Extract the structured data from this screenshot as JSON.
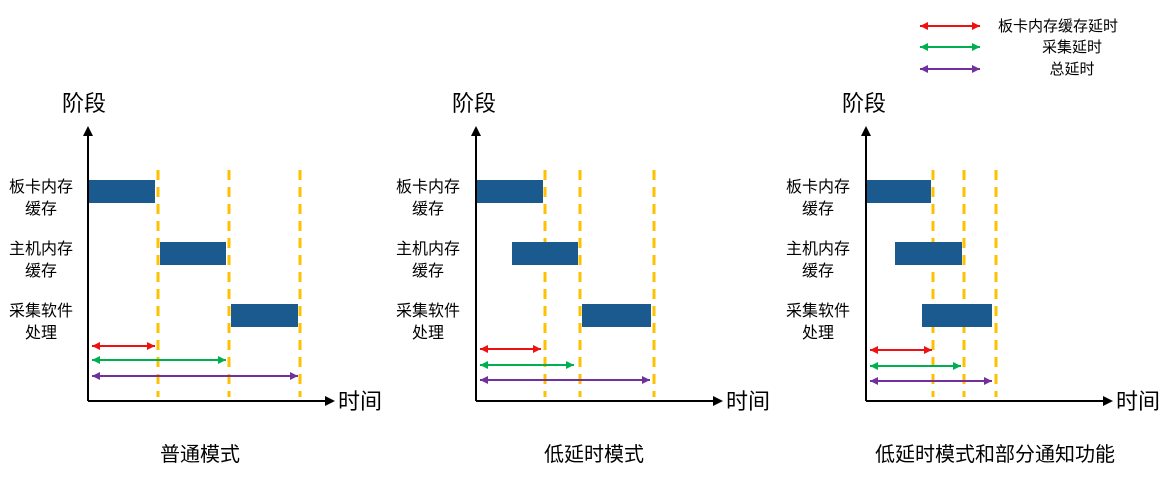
{
  "legend": {
    "items": [
      {
        "label": "板卡内存缓存延时",
        "color": "#ee1111"
      },
      {
        "label": "采集延时",
        "color": "#00b050"
      },
      {
        "label": "总延时",
        "color": "#7030a0"
      }
    ]
  },
  "colors": {
    "bar": "#1b5a8e",
    "divider": "#ffc000",
    "axis": "#000000"
  },
  "panels": [
    {
      "caption": "普通模式",
      "y_axis_label": "阶段",
      "x_axis_label": "时间",
      "stages": [
        {
          "line1": "板卡内存",
          "line2": "缓存"
        },
        {
          "line1": "主机内存",
          "line2": "缓存"
        },
        {
          "line1": "采集软件",
          "line2": "处理"
        }
      ]
    },
    {
      "caption": "低延时模式",
      "y_axis_label": "阶段",
      "x_axis_label": "时间",
      "stages": [
        {
          "line1": "板卡内存",
          "line2": "缓存"
        },
        {
          "line1": "主机内存",
          "line2": "缓存"
        },
        {
          "line1": "采集软件",
          "line2": "处理"
        }
      ]
    },
    {
      "caption": "低延时模式和部分通知功能",
      "y_axis_label": "阶段",
      "x_axis_label": "时间",
      "stages": [
        {
          "line1": "板卡内存",
          "line2": "缓存"
        },
        {
          "line1": "主机内存",
          "line2": "缓存"
        },
        {
          "line1": "采集软件",
          "line2": "处理"
        }
      ]
    }
  ]
}
